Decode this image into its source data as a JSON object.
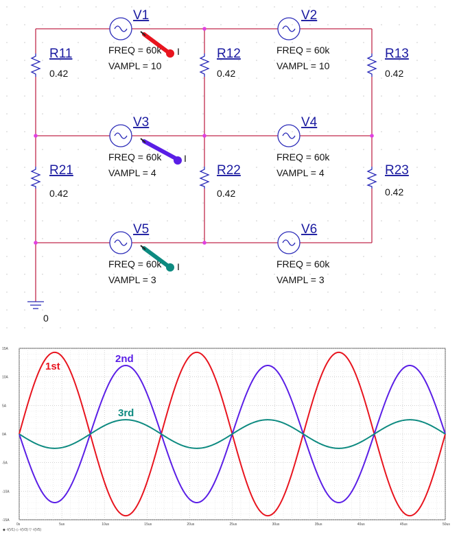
{
  "schematic": {
    "sources": [
      {
        "ref": "V1",
        "freq": "FREQ = 60k",
        "vampl": "VAMPL = 10"
      },
      {
        "ref": "V2",
        "freq": "FREQ = 60k",
        "vampl": "VAMPL = 10"
      },
      {
        "ref": "V3",
        "freq": "FREQ = 60k",
        "vampl": "VAMPL = 4"
      },
      {
        "ref": "V4",
        "freq": "FREQ = 60k",
        "vampl": "VAMPL = 4"
      },
      {
        "ref": "V5",
        "freq": "FREQ = 60k",
        "vampl": "VAMPL = 3"
      },
      {
        "ref": "V6",
        "freq": "FREQ = 60k",
        "vampl": "VAMPL = 3"
      }
    ],
    "resistors": [
      {
        "ref": "R11",
        "value": "0.42"
      },
      {
        "ref": "R12",
        "value": "0.42"
      },
      {
        "ref": "R13",
        "value": "0.42"
      },
      {
        "ref": "R21",
        "value": "0.42"
      },
      {
        "ref": "R22",
        "value": "0.42"
      },
      {
        "ref": "R23",
        "value": "0.42"
      }
    ],
    "ground_label": "0",
    "probe_marker": "I",
    "colors": {
      "probe1": "#e8141e",
      "probe2": "#5a1ee6",
      "probe3": "#0d8a80",
      "wire": "#c0284a",
      "component": "#2a2ab8"
    }
  },
  "chart_data": {
    "type": "line",
    "xlim": [
      0,
      50
    ],
    "ylim": [
      -15,
      15
    ],
    "x_ticks": [
      "0s",
      "5us",
      "10us",
      "15us",
      "20us",
      "25us",
      "30us",
      "35us",
      "40us",
      "45us",
      "50us"
    ],
    "y_ticks": [
      "15A",
      "10A",
      "5A",
      "0A",
      "-5A",
      "-10A",
      "-15A"
    ],
    "legend": "◆ -I(V1)  ◇ -I(V3)  ▽ -I(V5)",
    "frequency_per_us": 0.06,
    "series": [
      {
        "name": "1st",
        "amplitude": 14.3,
        "phase": "sine",
        "color": "#e8141e"
      },
      {
        "name": "2nd",
        "amplitude": -12.0,
        "phase": "sine",
        "color": "#5a1ee6"
      },
      {
        "name": "3rd",
        "amplitude": -2.5,
        "phase": "sine",
        "color": "#0d8a80"
      }
    ]
  }
}
